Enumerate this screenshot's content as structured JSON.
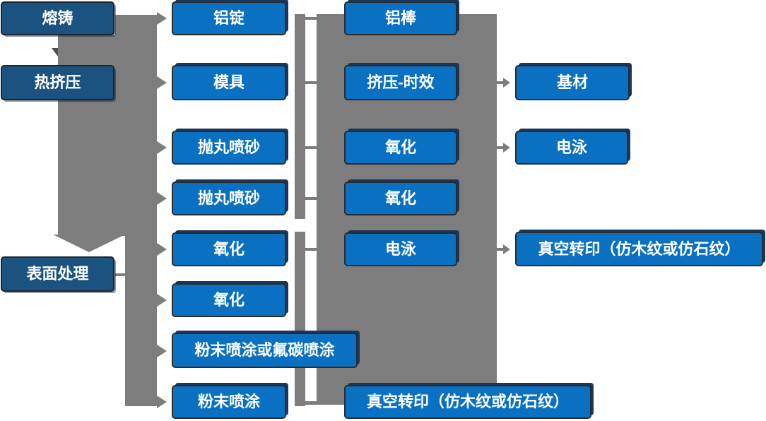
{
  "diagram_type": "process-flowchart",
  "colors": {
    "stage_box_fill": "#1A5380",
    "step_box_fill": "#0A71C2",
    "box_border": "#2b2b2b",
    "box_shadow_navy": "#17375E",
    "connector_gray": "#7D7D7D",
    "connector_dark_gray": "#4E4E4E",
    "text": "#FFFFFF",
    "background": "#FFFFFF"
  },
  "columns": [
    {
      "name": "process-stages",
      "boxes": [
        {
          "label": "熔铸"
        },
        {
          "label": "热挤压"
        },
        {
          "label": "表面处理"
        }
      ]
    },
    {
      "name": "first-steps",
      "boxes": [
        {
          "label": "铝锭"
        },
        {
          "label": "模具"
        },
        {
          "label": "抛丸喷砂"
        },
        {
          "label": "抛丸喷砂"
        },
        {
          "label": "氧化"
        },
        {
          "label": "氧化"
        },
        {
          "label": "粉末喷涂或氟碳喷涂"
        },
        {
          "label": "粉末喷涂"
        }
      ]
    },
    {
      "name": "second-steps",
      "boxes": [
        {
          "label": "铝棒"
        },
        {
          "label": "挤压-时效"
        },
        {
          "label": "氧化"
        },
        {
          "label": "氧化"
        },
        {
          "label": "电泳"
        },
        {
          "label": "真空转印（仿木纹或仿石纹）"
        }
      ]
    },
    {
      "name": "outputs",
      "boxes": [
        {
          "label": "基材"
        },
        {
          "label": "电泳"
        },
        {
          "label": "真空转印（仿木纹或仿石纹）"
        }
      ]
    }
  ]
}
